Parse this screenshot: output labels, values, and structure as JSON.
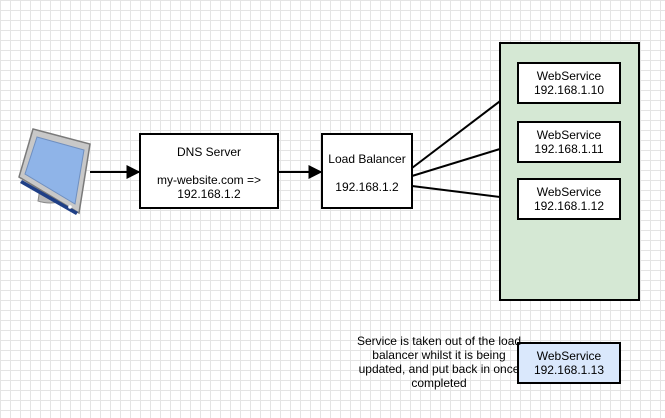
{
  "client": {
    "icon": "monitor-icon"
  },
  "dns": {
    "title": "DNS Server",
    "line1": "my-website.com =>",
    "line2": "192.168.1.2"
  },
  "lb": {
    "title": "Load Balancer",
    "ip": "192.168.1.2"
  },
  "services": [
    {
      "name": "WebService",
      "ip": "192.168.1.10"
    },
    {
      "name": "WebService",
      "ip": "192.168.1.11"
    },
    {
      "name": "WebService",
      "ip": "192.168.1.12"
    }
  ],
  "offline_service": {
    "name": "WebService",
    "ip": "192.168.1.13"
  },
  "note": "Service is taken out of the load balancer whilst it is being updated, and put back in once completed",
  "colors": {
    "group_fill": "#d5e8d4",
    "offline_fill": "#dae8fc",
    "monitor_screen": "#8fb4e8",
    "monitor_frame": "#c8c8c8",
    "monitor_accent": "#1f3f86"
  }
}
